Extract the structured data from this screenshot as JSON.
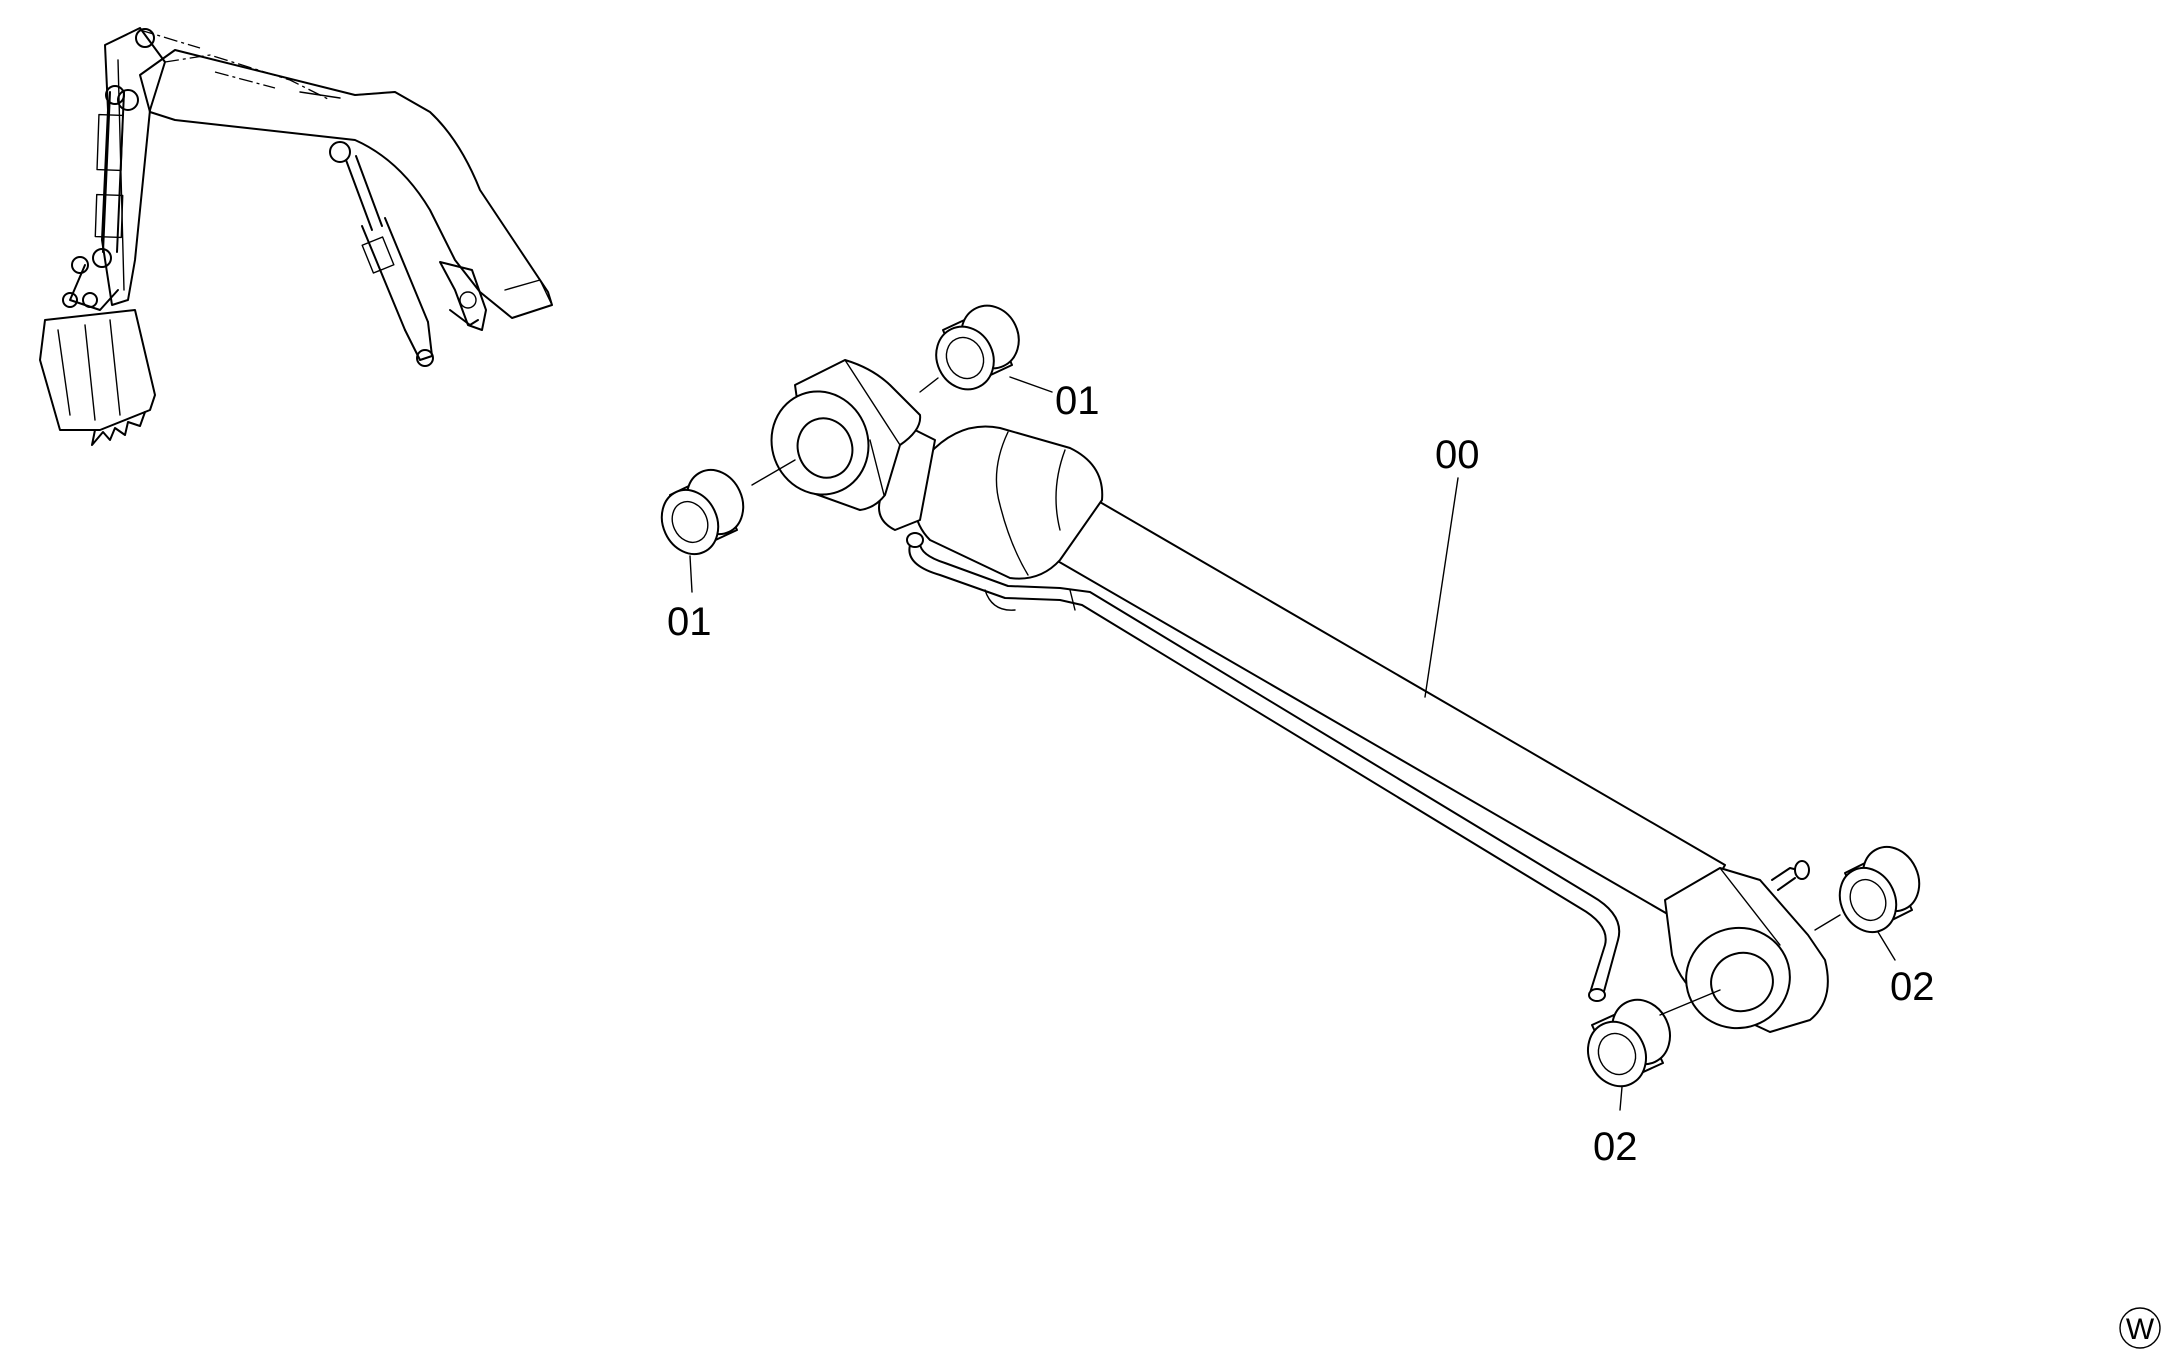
{
  "callouts": {
    "main_cylinder": "00",
    "bushing_rod_top": "01",
    "bushing_rod_left": "01",
    "bushing_bottom_right": "02",
    "bushing_bottom_left": "02"
  },
  "corner_mark": "W"
}
